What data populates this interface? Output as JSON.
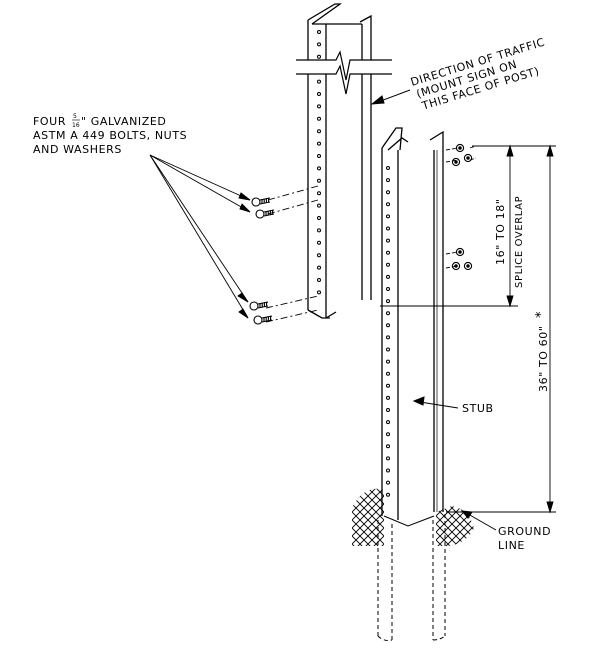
{
  "labels": {
    "direction_l1": "DIRECTION OF TRAFFIC",
    "direction_l2": "(MOUNT SIGN ON",
    "direction_l3": "THIS FACE OF POST)",
    "bolts_l1": "FOUR",
    "bolts_frac_num": "5",
    "bolts_frac_den": "16",
    "bolts_l1b": "\" GALVANIZED",
    "bolts_l2": "ASTM A 449 BOLTS, NUTS",
    "bolts_l3": "AND WASHERS",
    "overlap_range": "16\" TO 18\"",
    "overlap_label": "SPLICE OVERLAP",
    "depth_range": "36\" TO 60\"",
    "depth_mark": "*",
    "stub": "STUB",
    "ground_l1": "GROUND",
    "ground_l2": "LINE"
  }
}
